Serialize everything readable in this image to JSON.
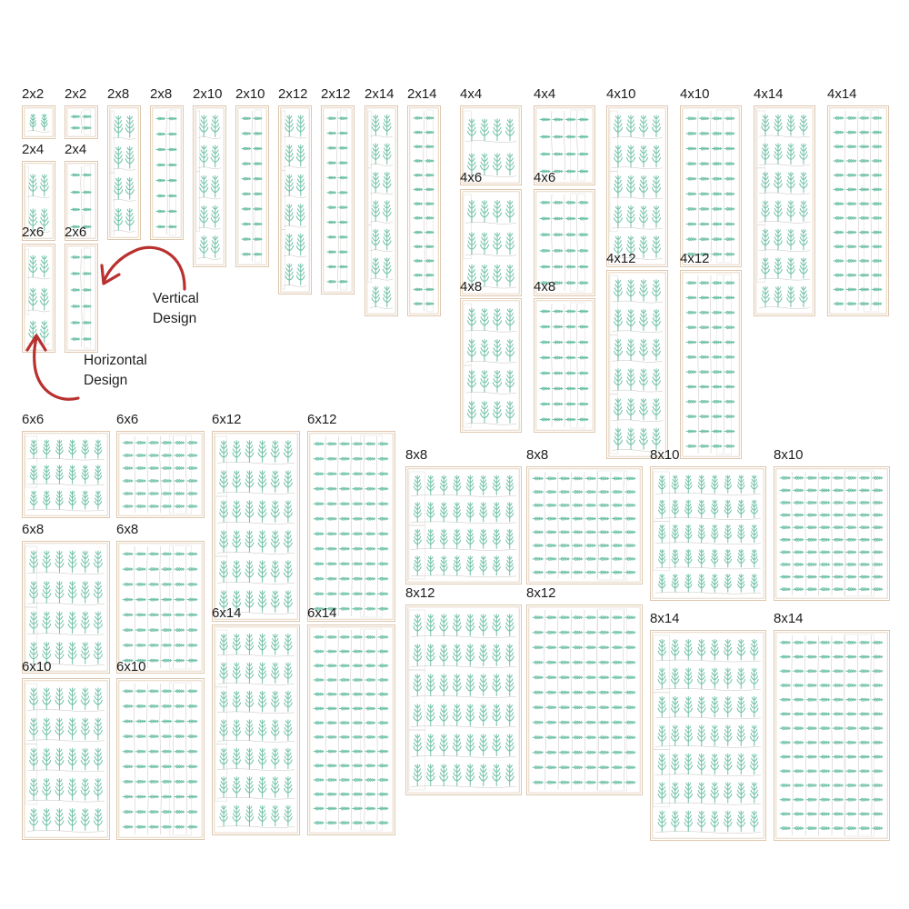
{
  "colors": {
    "frame": "#d6b99a",
    "plant": "#6dbfa6",
    "arrow": "#b8312f",
    "text": "#1e1e1e"
  },
  "annotations": {
    "vertical": [
      "Vertical",
      "Design"
    ],
    "horizontal": [
      "Horizontal",
      "Design"
    ]
  },
  "tiles": [
    {
      "label": "2x2",
      "orientation": "horizontal",
      "cols": 1,
      "rows": 1
    },
    {
      "label": "2x2",
      "orientation": "vertical",
      "cols": 1,
      "rows": 1
    },
    {
      "label": "2x8",
      "orientation": "horizontal",
      "cols": 1,
      "rows": 4
    },
    {
      "label": "2x8",
      "orientation": "vertical",
      "cols": 1,
      "rows": 4
    },
    {
      "label": "2x10",
      "orientation": "horizontal",
      "cols": 1,
      "rows": 5
    },
    {
      "label": "2x10",
      "orientation": "vertical",
      "cols": 1,
      "rows": 5
    },
    {
      "label": "2x12",
      "orientation": "horizontal",
      "cols": 1,
      "rows": 6
    },
    {
      "label": "2x12",
      "orientation": "vertical",
      "cols": 1,
      "rows": 6
    },
    {
      "label": "2x14",
      "orientation": "horizontal",
      "cols": 1,
      "rows": 7
    },
    {
      "label": "2x14",
      "orientation": "vertical",
      "cols": 1,
      "rows": 7
    },
    {
      "label": "2x4",
      "orientation": "horizontal",
      "cols": 1,
      "rows": 2
    },
    {
      "label": "2x4",
      "orientation": "vertical",
      "cols": 1,
      "rows": 2
    },
    {
      "label": "2x6",
      "orientation": "horizontal",
      "cols": 1,
      "rows": 3
    },
    {
      "label": "2x6",
      "orientation": "vertical",
      "cols": 1,
      "rows": 3
    },
    {
      "label": "4x4",
      "orientation": "horizontal",
      "cols": 2,
      "rows": 2
    },
    {
      "label": "4x4",
      "orientation": "vertical",
      "cols": 2,
      "rows": 2
    },
    {
      "label": "4x6",
      "orientation": "horizontal",
      "cols": 2,
      "rows": 3
    },
    {
      "label": "4x6",
      "orientation": "vertical",
      "cols": 2,
      "rows": 3
    },
    {
      "label": "4x8",
      "orientation": "horizontal",
      "cols": 2,
      "rows": 4
    },
    {
      "label": "4x8",
      "orientation": "vertical",
      "cols": 2,
      "rows": 4
    },
    {
      "label": "4x10",
      "orientation": "horizontal",
      "cols": 2,
      "rows": 5
    },
    {
      "label": "4x10",
      "orientation": "vertical",
      "cols": 2,
      "rows": 5
    },
    {
      "label": "4x12",
      "orientation": "horizontal",
      "cols": 2,
      "rows": 6
    },
    {
      "label": "4x12",
      "orientation": "vertical",
      "cols": 2,
      "rows": 6
    },
    {
      "label": "4x14",
      "orientation": "horizontal",
      "cols": 2,
      "rows": 7
    },
    {
      "label": "4x14",
      "orientation": "vertical",
      "cols": 2,
      "rows": 7
    },
    {
      "label": "6x6",
      "orientation": "horizontal",
      "cols": 3,
      "rows": 3
    },
    {
      "label": "6x6",
      "orientation": "vertical",
      "cols": 3,
      "rows": 3
    },
    {
      "label": "6x8",
      "orientation": "horizontal",
      "cols": 3,
      "rows": 4
    },
    {
      "label": "6x8",
      "orientation": "vertical",
      "cols": 3,
      "rows": 4
    },
    {
      "label": "6x10",
      "orientation": "horizontal",
      "cols": 3,
      "rows": 5
    },
    {
      "label": "6x10",
      "orientation": "vertical",
      "cols": 3,
      "rows": 5
    },
    {
      "label": "6x12",
      "orientation": "horizontal",
      "cols": 3,
      "rows": 6
    },
    {
      "label": "6x12",
      "orientation": "vertical",
      "cols": 3,
      "rows": 6
    },
    {
      "label": "6x14",
      "orientation": "horizontal",
      "cols": 3,
      "rows": 7
    },
    {
      "label": "6x14",
      "orientation": "vertical",
      "cols": 3,
      "rows": 7
    },
    {
      "label": "8x8",
      "orientation": "horizontal",
      "cols": 4,
      "rows": 4
    },
    {
      "label": "8x8",
      "orientation": "vertical",
      "cols": 4,
      "rows": 4
    },
    {
      "label": "8x10",
      "orientation": "horizontal",
      "cols": 4,
      "rows": 5
    },
    {
      "label": "8x10",
      "orientation": "vertical",
      "cols": 4,
      "rows": 5
    },
    {
      "label": "8x12",
      "orientation": "horizontal",
      "cols": 4,
      "rows": 6
    },
    {
      "label": "8x12",
      "orientation": "vertical",
      "cols": 4,
      "rows": 6
    },
    {
      "label": "8x14",
      "orientation": "horizontal",
      "cols": 4,
      "rows": 7
    },
    {
      "label": "8x14",
      "orientation": "vertical",
      "cols": 4,
      "rows": 7
    }
  ]
}
